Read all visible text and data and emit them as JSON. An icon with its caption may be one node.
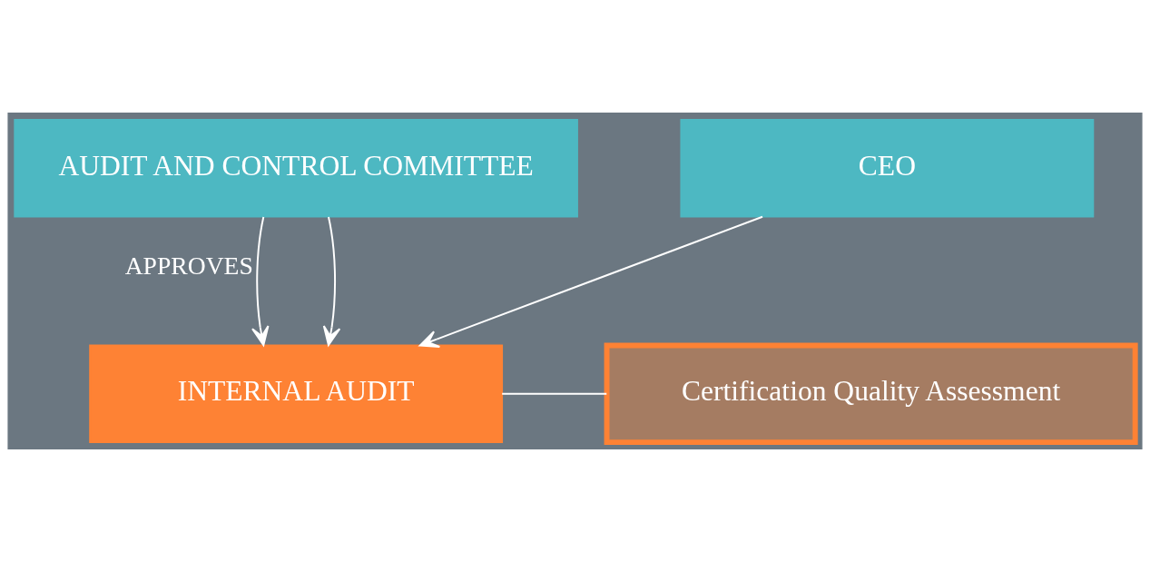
{
  "diagram": {
    "nodes": [
      {
        "text": [
          "AUDIT AND CONTROL COMMITTEE"
        ]
      },
      {
        "text": [
          "CEO"
        ]
      },
      {
        "text": [
          "INTERNAL AUDIT"
        ]
      },
      {
        "text": [
          "Certification Quality Assessment"
        ]
      }
    ],
    "edges": [
      {
        "from": 0,
        "to": 2,
        "arrow": "to",
        "label": "APPROVES"
      },
      {
        "from": 0,
        "to": 2,
        "arrow": "to"
      },
      {
        "from": 1,
        "to": 2,
        "arrow": "to"
      },
      {
        "from": 2,
        "to": 3,
        "arrow": "none"
      }
    ]
  }
}
